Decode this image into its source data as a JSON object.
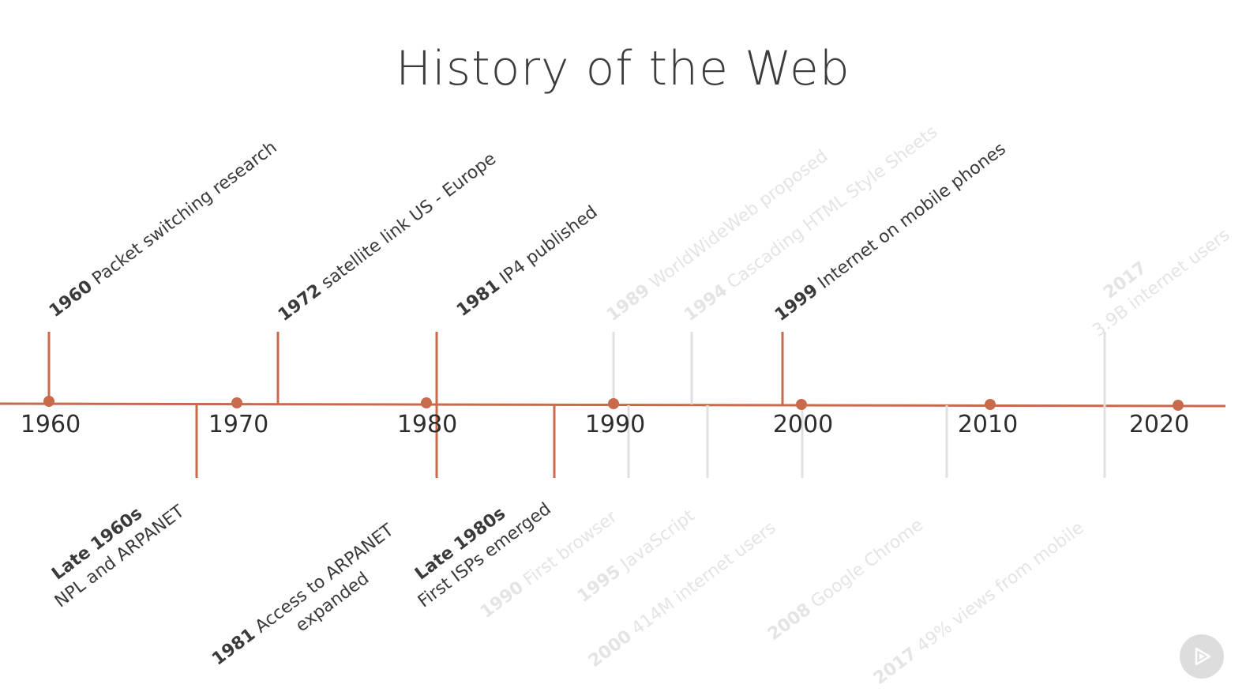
{
  "title": "History of the Web",
  "colors": {
    "accent": "#c96a4d",
    "faded_line": "#e0e0e0",
    "text": "#3a3a3a",
    "faded_text": "#e4e4e4"
  },
  "years": [
    "1960",
    "1970",
    "1980",
    "1990",
    "2000",
    "2010",
    "2020"
  ],
  "events_above": [
    {
      "year": "1960",
      "text": "Packet switching research",
      "state": "active"
    },
    {
      "year": "1972",
      "text": "satellite link US - Europe",
      "state": "active"
    },
    {
      "year": "1981",
      "text": "IP4 published",
      "state": "active"
    },
    {
      "year": "1989",
      "text": "WorldWideWeb proposed",
      "state": "faded"
    },
    {
      "year": "1994",
      "text": "Cascading HTML Style Sheets",
      "state": "faded"
    },
    {
      "year": "1999",
      "text": "Internet on mobile phones",
      "state": "active"
    },
    {
      "year": "2017",
      "text": "3.9B internet users",
      "state": "faded"
    }
  ],
  "events_below": [
    {
      "year": "Late 1960s",
      "text": "NPL and ARPANET",
      "state": "active"
    },
    {
      "year": "1981",
      "text": "Access to ARPANET",
      "text2": "expanded",
      "state": "active"
    },
    {
      "year": "Late 1980s",
      "text": "First ISPs emerged",
      "state": "active"
    },
    {
      "year": "1990",
      "text": "First browser",
      "state": "faded"
    },
    {
      "year": "1995",
      "text": "JavaScript",
      "state": "faded"
    },
    {
      "year": "2000",
      "text": "414M internet users",
      "state": "faded"
    },
    {
      "year": "2008",
      "text": "Google Chrome",
      "state": "faded"
    },
    {
      "year": "2017",
      "text": "49% views from mobile",
      "state": "faded"
    }
  ],
  "player": {
    "icon": "play-icon"
  }
}
